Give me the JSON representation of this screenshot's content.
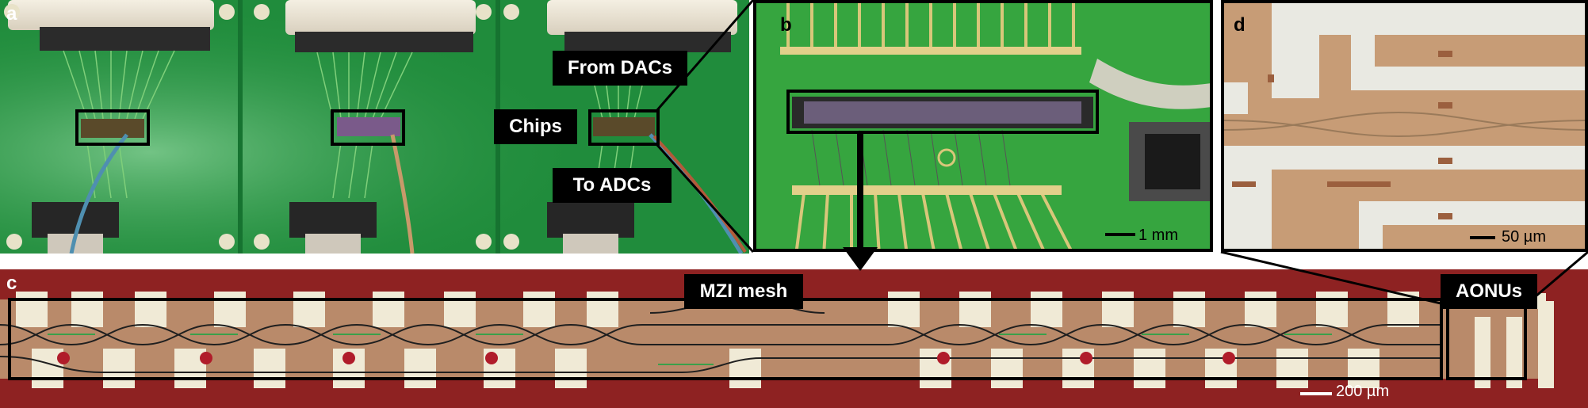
{
  "panels": {
    "a": {
      "letter": "a"
    },
    "b": {
      "letter": "b",
      "scale_bar": "1 mm"
    },
    "c": {
      "letter": "c",
      "scale_bar": "200 µm"
    },
    "d": {
      "letter": "d",
      "scale_bar": "50 µm"
    }
  },
  "callouts": {
    "from_dacs": "From DACs",
    "chips": "Chips",
    "to_adcs": "To ADCs",
    "mzi_mesh": "MZI mesh",
    "aonus": "AONUs"
  },
  "colors": {
    "pcb_green": "#1f8f3a",
    "chip_red": "#8a1e1e",
    "pad_white": "#f2ecdc",
    "die_tan": "#c99e78",
    "trace_gold": "#d9c27a"
  }
}
